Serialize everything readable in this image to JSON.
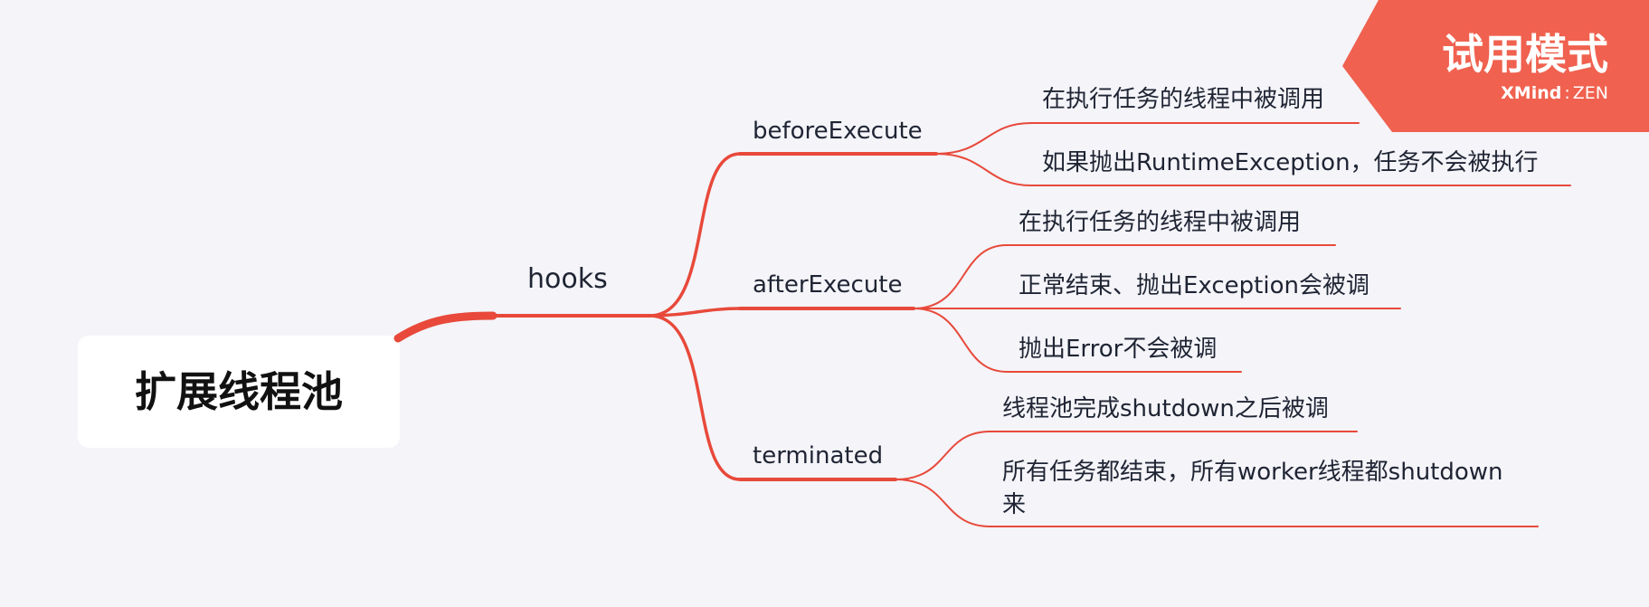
{
  "root": {
    "label": "扩展线程池"
  },
  "hooks": {
    "label": "hooks"
  },
  "children": [
    {
      "label": "beforeExecute",
      "items": [
        {
          "label": "在执行任务的线程中被调用"
        },
        {
          "label": "如果抛出RuntimeException，任务不会被执行"
        }
      ]
    },
    {
      "label": "afterExecute",
      "items": [
        {
          "label": "在执行任务的线程中被调用"
        },
        {
          "label": "正常结束、抛出Exception会被调"
        },
        {
          "label": "抛出Error不会被调"
        }
      ]
    },
    {
      "label": "terminated",
      "items": [
        {
          "label": "线程池完成shutdown之后被调"
        },
        {
          "label": "所有任务都结束，所有worker线程都shutdown",
          "label_line2": "来"
        }
      ]
    }
  ],
  "watermark": {
    "title": "试用模式",
    "brand_a": "XMind",
    "brand_sep": ":",
    "brand_b": "ZEN"
  },
  "colors": {
    "accent": "#e8493a",
    "watermark": "#f0614f",
    "background": "#f4f4f9",
    "root_box": "#ffffff"
  }
}
